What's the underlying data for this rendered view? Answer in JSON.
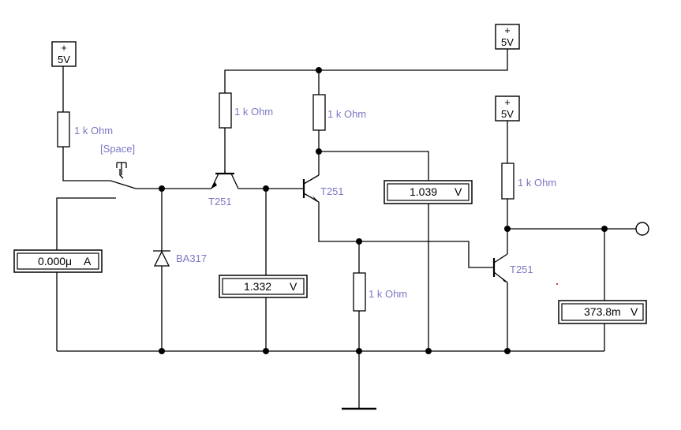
{
  "supplies": [
    {
      "plus": "+",
      "value": "5V"
    },
    {
      "plus": "+",
      "value": "5V"
    },
    {
      "plus": "+",
      "value": "5V"
    }
  ],
  "resistors": [
    {
      "label": "1 k Ohm"
    },
    {
      "label": "1 k Ohm"
    },
    {
      "label": "1 k Ohm"
    },
    {
      "label": "1 k Ohm"
    },
    {
      "label": "1 k Ohm"
    }
  ],
  "switch": {
    "label": "[Space]"
  },
  "diode": {
    "label": "BA317"
  },
  "transistors": [
    {
      "label": "T251"
    },
    {
      "label": "T251"
    },
    {
      "label": "T251"
    }
  ],
  "meters": {
    "ammeter": {
      "value": "0.000μ",
      "unit": "A"
    },
    "v_base": {
      "value": "1.332",
      "unit": "V"
    },
    "v_collector": {
      "value": "1.039",
      "unit": "V"
    },
    "v_output": {
      "value": "373.8m",
      "unit": "V"
    }
  },
  "colors": {
    "label": "#7c78c4",
    "wire": "#000000",
    "background": "#ffffff"
  }
}
